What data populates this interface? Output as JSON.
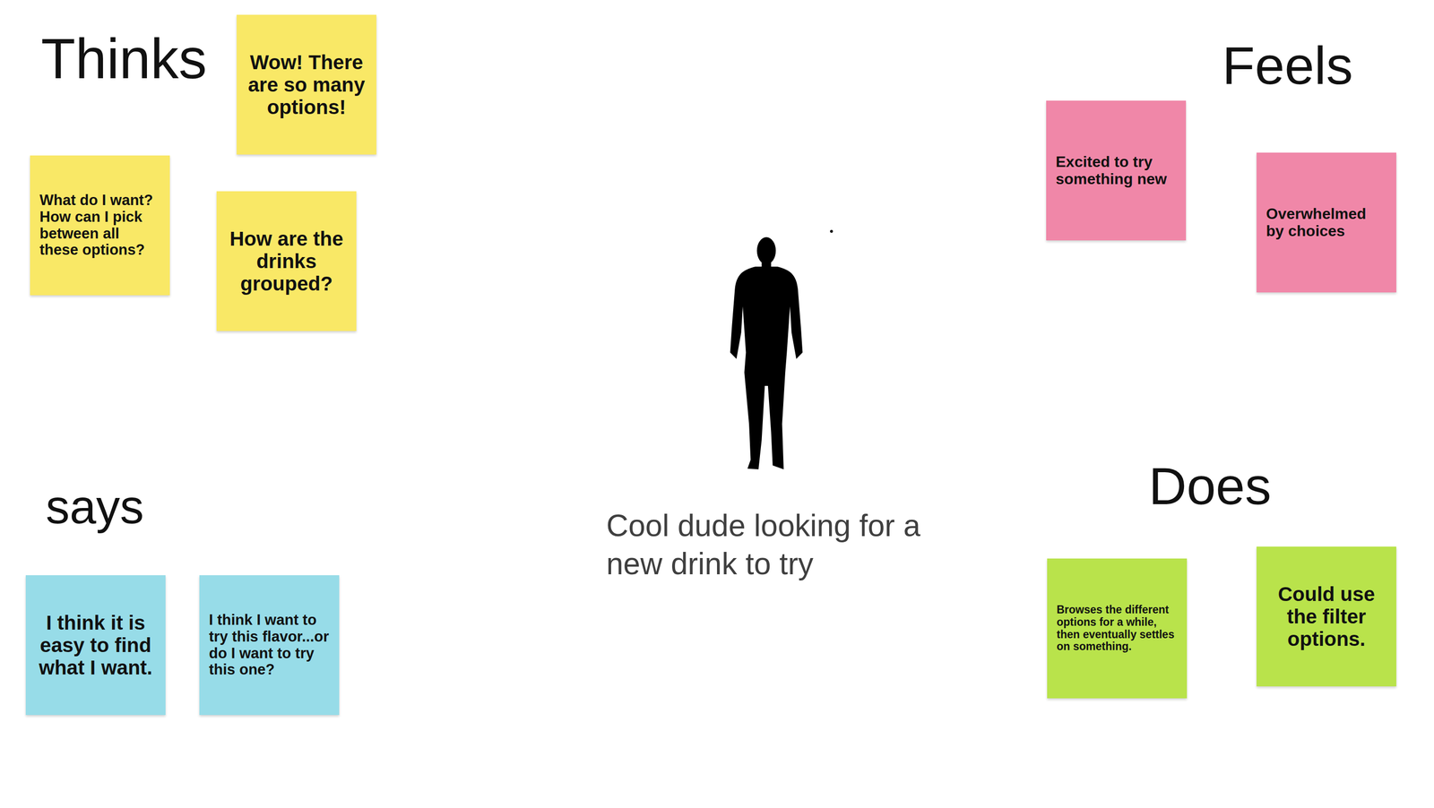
{
  "diagram": {
    "nodes": [
      {
        "text": [
          "Wow! There are so many options!"
        ]
      },
      {
        "text": [
          "What do I want? How can I pick between all these options?"
        ]
      },
      {
        "text": [
          "How are the drinks grouped?"
        ]
      },
      {
        "text": [
          "Excited to try something new"
        ]
      },
      {
        "text": [
          "Overwhelmed by choices"
        ]
      },
      {
        "text": [
          "I think it is easy to find what I want."
        ]
      },
      {
        "text": [
          "I think I want to try this flavor...or do I want to try this one?"
        ]
      },
      {
        "text": [
          "Browses the different options for a while, then eventually settles on something."
        ]
      },
      {
        "text": [
          "Could use the filter options."
        ]
      }
    ],
    "labels": [
      "Thinks",
      "Feels",
      "says",
      "Does",
      "Cool dude looking for a new drink to try"
    ]
  }
}
